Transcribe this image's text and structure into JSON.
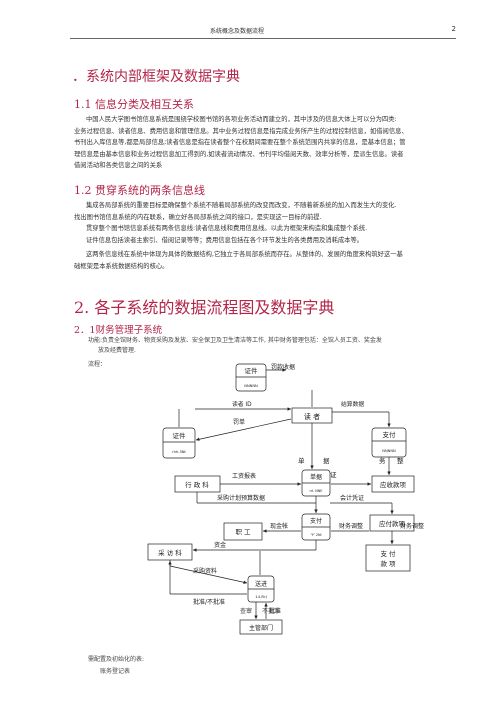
{
  "header": {
    "title": "系统概念及数据流程",
    "page_number": "2"
  },
  "section1": {
    "title": "．系统内部框架及数据字典",
    "sub1": {
      "title": "1.1 信息分类及相互关系",
      "lines": [
        "中国人民大学图书馆信息系统是围绕学校图书馆的各项业务活动而建立的，其中涉及的信息大体上可以分为四类:",
        "业务过程信息、读者信息、费用信息和管理信息。其中业务过程信息是指完成业务所产生的过程控制信息，如借阅信息、",
        "书刊出入库信息等,都是局部信息;读者信息是指在读者整个在校期间需要在整个系统范围内共享的信息，是基本信息；管",
        "理信息是由基本信息和业务过程信息加工得到的,如读者流动情况、书刊平均借阅天数、效率分析等，是派生信息。读者",
        "借阅活动和各类信息之间的关系"
      ]
    },
    "sub2": {
      "title": "1.2 贯穿系统的两条信息线",
      "lines": [
        "集成各局部系统的重要目标是确保整个系统不随着局部系统的改变而改变，不随着新系统的加入而发生大的变化.",
        "找出图书馆信息系统的内在联系，确立好各局部系统之间的接口，是实现这一目标的前提.",
        "贯穿整个图书馆信息系统有两条信息线:读者信息线和费用信息线。以此为框架来构造和集成整个系统.",
        "证件信息包括读者主索引、借阅记录等等；费用信息包括在各个环节发生的各类费用及消耗成本等。",
        "这两条信息线在系统中体现为具体的数据结构,它独立于各局部系统而存在。从整体的、发展的角度来构筑好这一基",
        "础框架是本系统数据结构的核心。"
      ]
    }
  },
  "section2": {
    "title": "2. 各子系统的数据流程图及数据字典",
    "sub1": {
      "title": "2．1财务管理子系统",
      "desc_lines": [
        "功能:负责全馆财务、物资采购及发放、安全保卫及卫生清洁等工作, 其中财务管理包括：全馆人员工资、奖金发",
        "放及经费管理."
      ],
      "flow_label": "流程："
    }
  },
  "diagram": {
    "nodes": {
      "zhengjian_top": {
        "label": "证件",
        "sub": "NNNNN"
      },
      "zhengjian_left": {
        "label": "证件",
        "sub": "rhh-3Nt"
      },
      "duzhe": {
        "label": "读 者"
      },
      "zhifu_right": {
        "label": "支付",
        "sub": "NNNNN"
      },
      "xingzhengke": {
        "label": "行 政 科"
      },
      "danju": {
        "label": "单据",
        "sub": "rrL NNE"
      },
      "yingshou": {
        "label": "应收款项"
      },
      "yingfu": {
        "label": "应付款项"
      },
      "zhigong": {
        "label": "职    工"
      },
      "zhifu_mid": {
        "label": "支付",
        "sub": "\"f\" 2NI"
      },
      "caifang": {
        "label": "采 访 科"
      },
      "zhifukuanxiang": {
        "label": "支   付\n款  项"
      },
      "songjin": {
        "label": "送进",
        "sub": "14-RrJ"
      },
      "zhuguan": {
        "label": "主管部门"
      }
    },
    "edges": {
      "zijian": "罚款收据",
      "duzhe_id": "读者 ID",
      "jiesuan": "结算数据",
      "fakuan": "罚单",
      "dan": "单",
      "ju": "据",
      "zheng": "证",
      "wu": "务",
      "zheng2": "整",
      "gongzi": "工资报表",
      "caigou_ys": "采购计划预算数据",
      "kuaiji": "会计凭证",
      "xianjin": "现金帐",
      "caiwu_tz": "财务调整",
      "caiwu_tz2": "财务调整",
      "zijin": "资金",
      "caigou_zl": "采购资料",
      "pizhun": "批准/不批准",
      "shen": "审",
      "pizhun2": "批准",
      "cha": "查",
      "bupizhun": "不批准"
    }
  },
  "footer": {
    "line1": "需配置及初始化的表:",
    "line2": "账务登记表"
  }
}
